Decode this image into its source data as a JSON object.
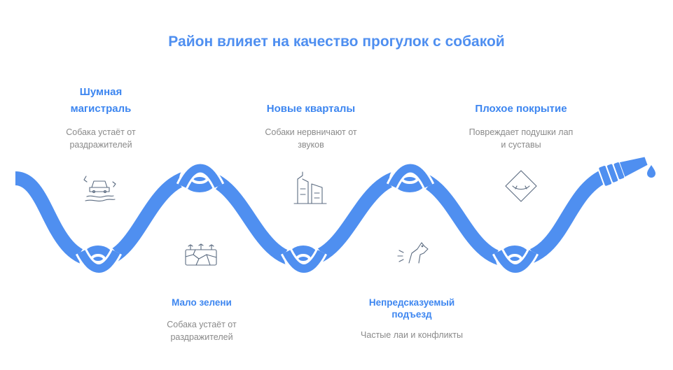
{
  "title": "Район влияет на качество прогулок с собакой",
  "steps": [
    {
      "title": "Шумная магистраль",
      "desc": "Собака устаёт от раздражителей",
      "icon": "car-stuck-icon"
    },
    {
      "title": "Мало зелени",
      "desc": "Собака устаёт от раздражителей",
      "icon": "cracked-ground-icon"
    },
    {
      "title": "Новые кварталы",
      "desc": "Собаки нервничают от звуков",
      "icon": "buildings-icon"
    },
    {
      "title": "Непредсказуемый подъезд",
      "desc": "Частые лаи и конфликты",
      "icon": "barking-dog-icon"
    },
    {
      "title": "Плохое покрытие",
      "desc": "Повреждает подушки лап и суставы",
      "icon": "road-hazard-icon"
    }
  ],
  "colors": {
    "hose": "#4f8ff0",
    "title": "#4f8ff0",
    "text": "#8a8a8a",
    "icon": "#5b6b80"
  }
}
